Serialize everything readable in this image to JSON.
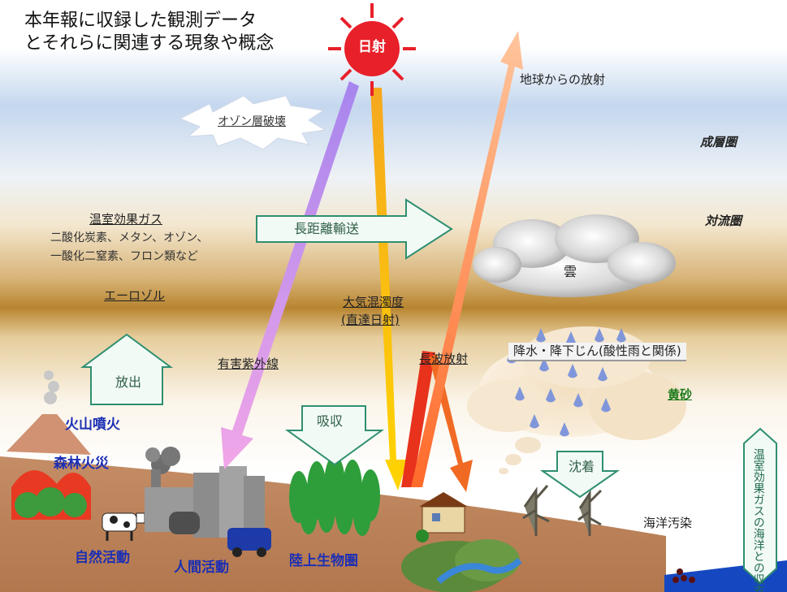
{
  "title": {
    "line1": "本年報に収録した観測データ",
    "line2": "とそれらに関連する現象や概念"
  },
  "sun": {
    "label": "日射"
  },
  "layers": {
    "stratosphere": "成層圏",
    "troposphere": "対流圏"
  },
  "labels": {
    "earth_radiation": "地球からの放射",
    "ozone_depletion": "オゾン層破壊",
    "ghg_title": "温室効果ガス",
    "ghg_list1": "二酸化炭素、メタン、オゾン、",
    "ghg_list2": "一酸化二窒素、フロン類など",
    "long_range": "長距離輸送",
    "cloud": "雲",
    "aerosol": "エーロゾル",
    "turbidity1": "大気混濁度",
    "turbidity2": "(直達日射)",
    "uv": "有害紫外線",
    "longwave": "長波放射",
    "precip": "降水・降下じん(酸性雨と関係)",
    "yellow_sand": "黄砂",
    "emission": "放出",
    "volcano": "火山噴火",
    "forest_fire": "森林火災",
    "absorption": "吸収",
    "deposition": "沈着",
    "ocean_pollution": "海洋汚染",
    "ocean_exchange": "温室効果ガスの海洋との収支",
    "natural": "自然活動",
    "human": "人間活動",
    "biosphere": "陸上生物圏"
  },
  "colors": {
    "sky": "#c4d7ee",
    "haze": "#c89a46",
    "ground": "#b07a50",
    "sea": "#1548c0",
    "sun": "#e8202a"
  }
}
